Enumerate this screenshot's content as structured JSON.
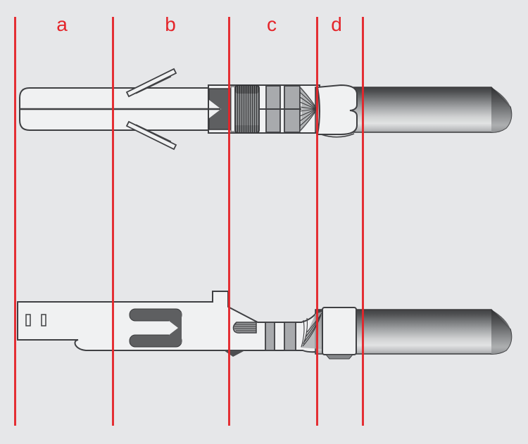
{
  "zones": [
    {
      "label": "a"
    },
    {
      "label": "b"
    },
    {
      "label": "c"
    },
    {
      "label": "d"
    }
  ],
  "colors": {
    "background": "#e6e7e9",
    "zone_line": "#e4252a",
    "zone_label": "#e4252a",
    "artwork_outline": "#3f4043",
    "terminal_body": "#f0f1f2",
    "dark_gray_fill": "#5e5f61",
    "band_gray": "#a8aaad"
  },
  "illustrations": {
    "top": "receptacle-crimp-terminal-with-wire",
    "bottom": "tab-crimp-terminal-with-wire"
  }
}
